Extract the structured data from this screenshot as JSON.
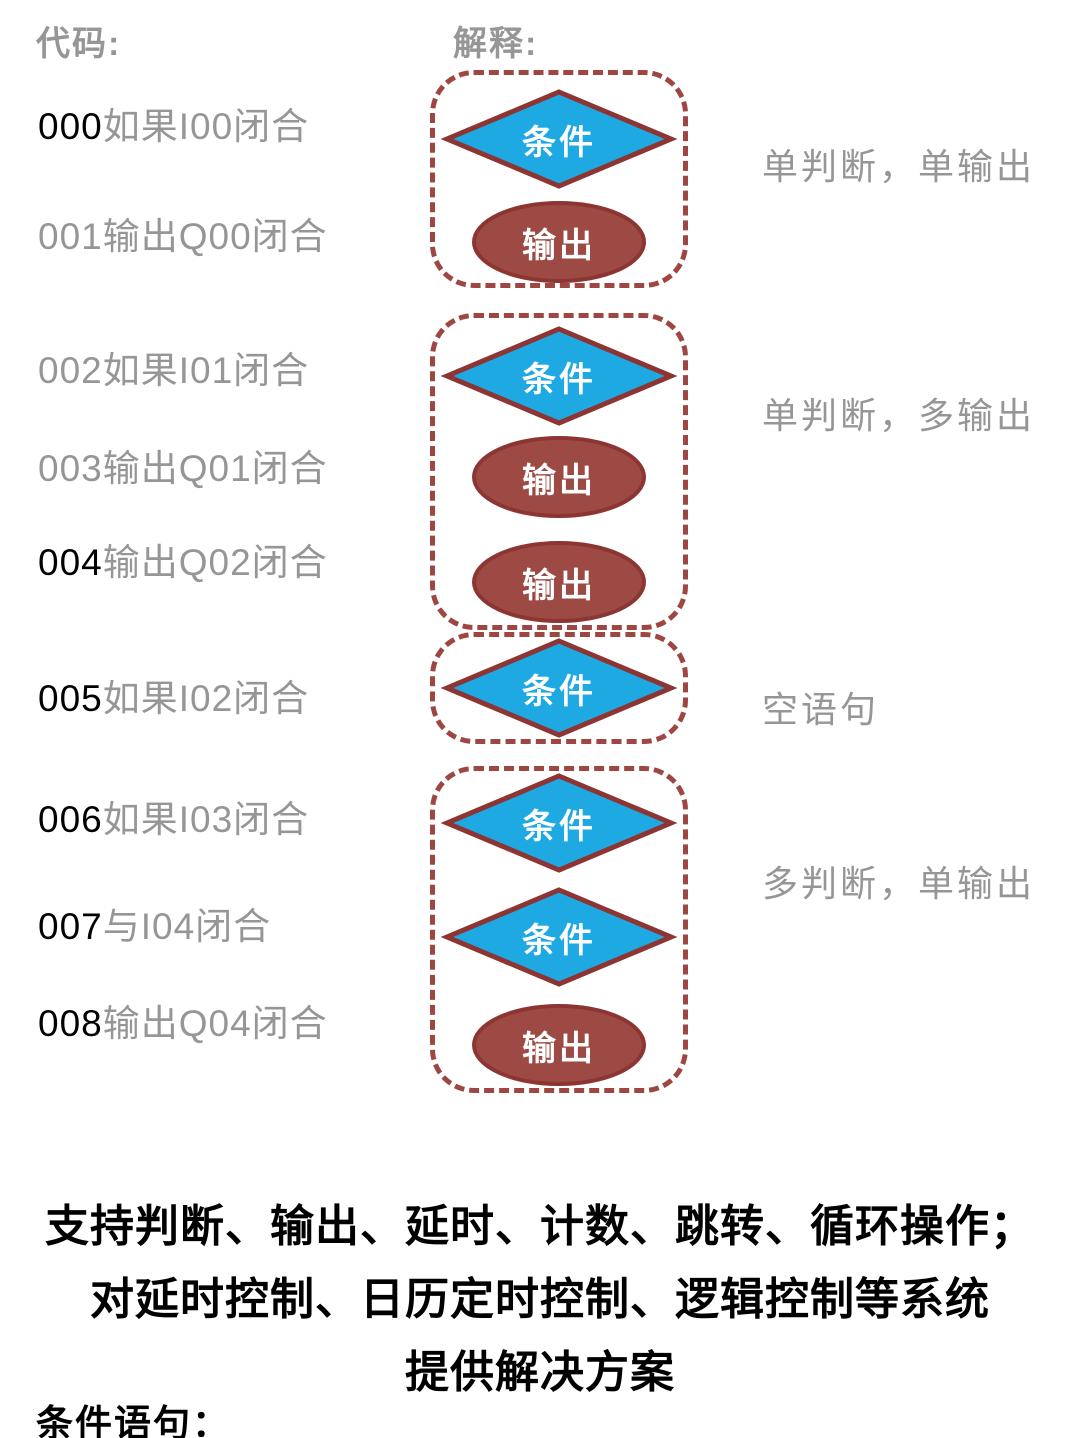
{
  "header": {
    "code": "代码:",
    "explain": "解释:"
  },
  "code_lines": [
    {
      "num": "000",
      "text": "如果I00闭合"
    },
    {
      "num": "001",
      "text": "输出Q00闭合"
    },
    {
      "num": "002",
      "text": "如果I01闭合"
    },
    {
      "num": "003",
      "text": "输出Q01闭合"
    },
    {
      "num": "004",
      "text": "输出Q02闭合"
    },
    {
      "num": "005",
      "text": "如果I02闭合"
    },
    {
      "num": "006",
      "text": "如果I03闭合"
    },
    {
      "num": "007",
      "text": "与I04闭合"
    },
    {
      "num": "008",
      "text": "输出Q04闭合"
    }
  ],
  "shapes": {
    "condition": "条件",
    "output": "输出"
  },
  "annotations": [
    "单判断，单输出",
    "单判断，多输出",
    "空语句",
    "多判断，单输出"
  ],
  "footer": {
    "line1": "支持判断、输出、延时、计数、跳转、循环操作；",
    "line2": "对延时控制、日历定时控制、逻辑控制等系统",
    "line3": "提供解决方案",
    "condition_label": "条件语句："
  },
  "colors": {
    "diamond_fill": "#1FA9E2",
    "ellipse_fill": "#9E4A44",
    "shape_border": "#8C3533",
    "group_dash": "#9E4742",
    "gray_text": "#969696",
    "footer_text": "#000000"
  }
}
